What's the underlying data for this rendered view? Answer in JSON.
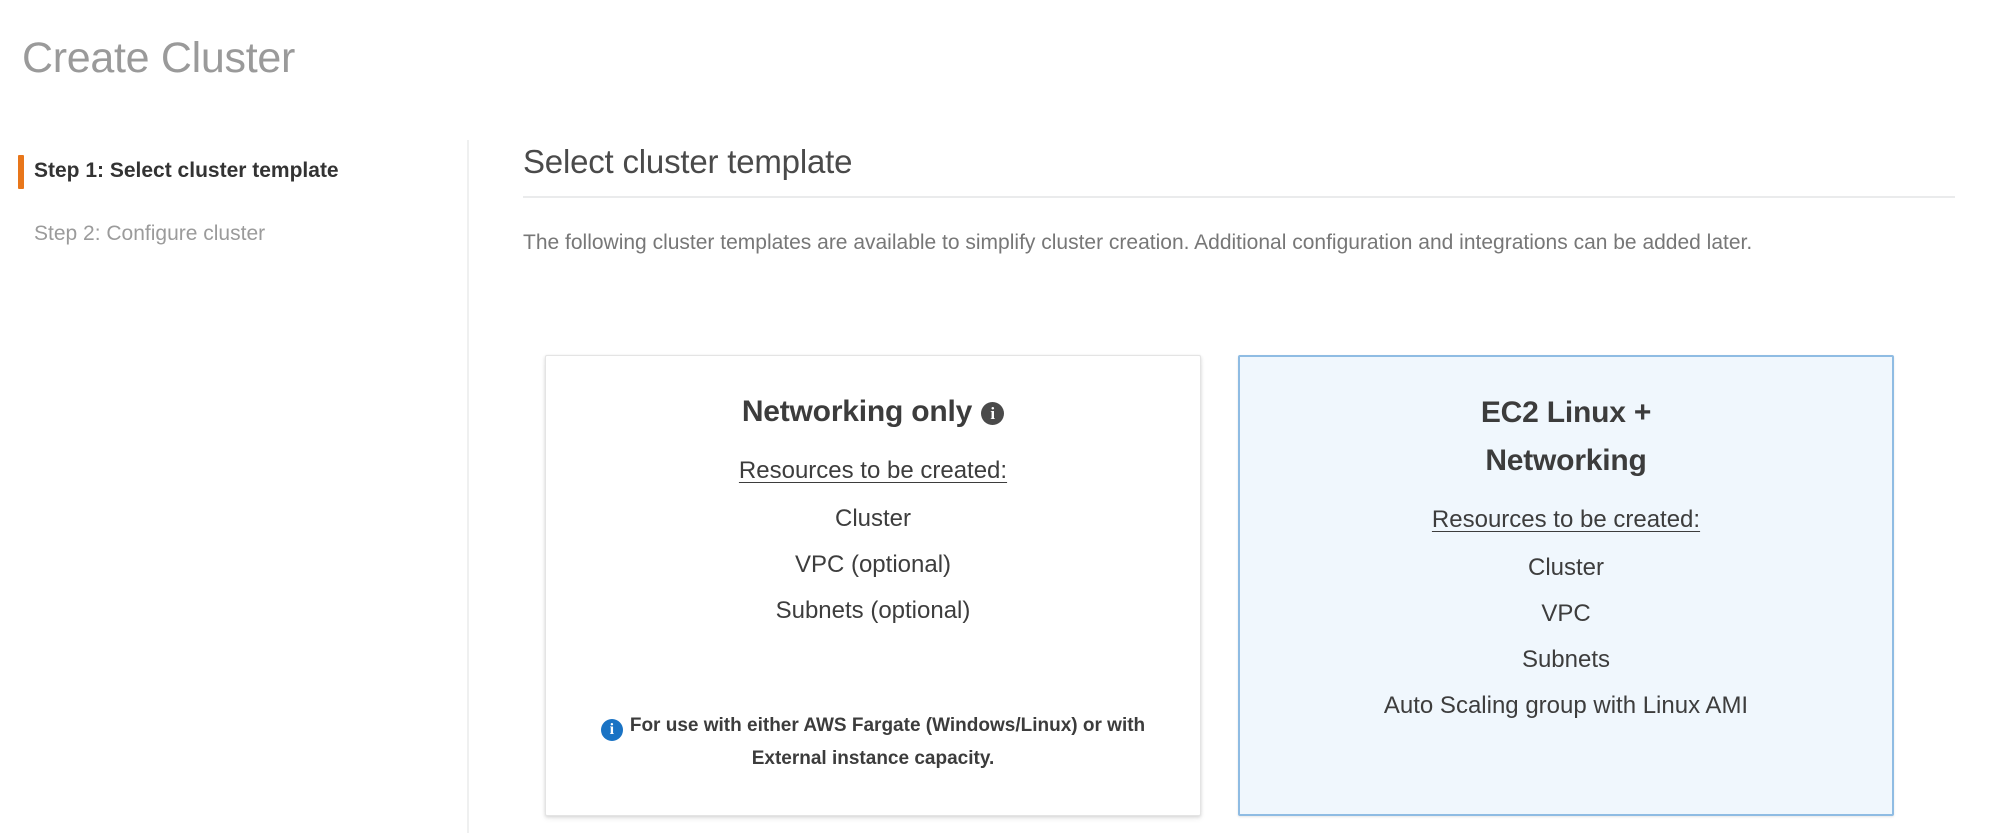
{
  "page": {
    "title": "Create Cluster"
  },
  "wizard": {
    "steps": [
      {
        "label": "Step 1: Select cluster template",
        "state": "active"
      },
      {
        "label": "Step 2: Configure cluster",
        "state": "inactive"
      }
    ]
  },
  "main": {
    "section_title": "Select cluster template",
    "description": "The following cluster templates are available to simplify cluster creation. Additional configuration and integrations can be added later."
  },
  "templates": [
    {
      "id": "networking-only",
      "title": "Networking only",
      "has_title_info_icon": true,
      "title_info_icon": "info-icon",
      "resources_heading": "Resources to be created:",
      "resources": [
        "Cluster",
        "VPC (optional)",
        "Subnets (optional)"
      ],
      "footnote_icon": "info-icon",
      "footnote": "For use with either AWS Fargate (Windows/Linux) or with External instance capacity.",
      "selected": false
    },
    {
      "id": "ec2-linux-networking",
      "title": "EC2 Linux +\nNetworking",
      "has_title_info_icon": false,
      "resources_heading": "Resources to be created:",
      "resources": [
        "Cluster",
        "VPC",
        "Subnets",
        "Auto Scaling group with Linux AMI"
      ],
      "footnote": "",
      "selected": true
    }
  ],
  "colors": {
    "step_marker": "#e8761a",
    "selected_card_border": "#8fbce3",
    "selected_card_background": "#f0f7fd",
    "info_icon_blue": "#1a73c4",
    "info_icon_dark": "#4a4a4a",
    "title_gray": "#9a9a9a"
  }
}
